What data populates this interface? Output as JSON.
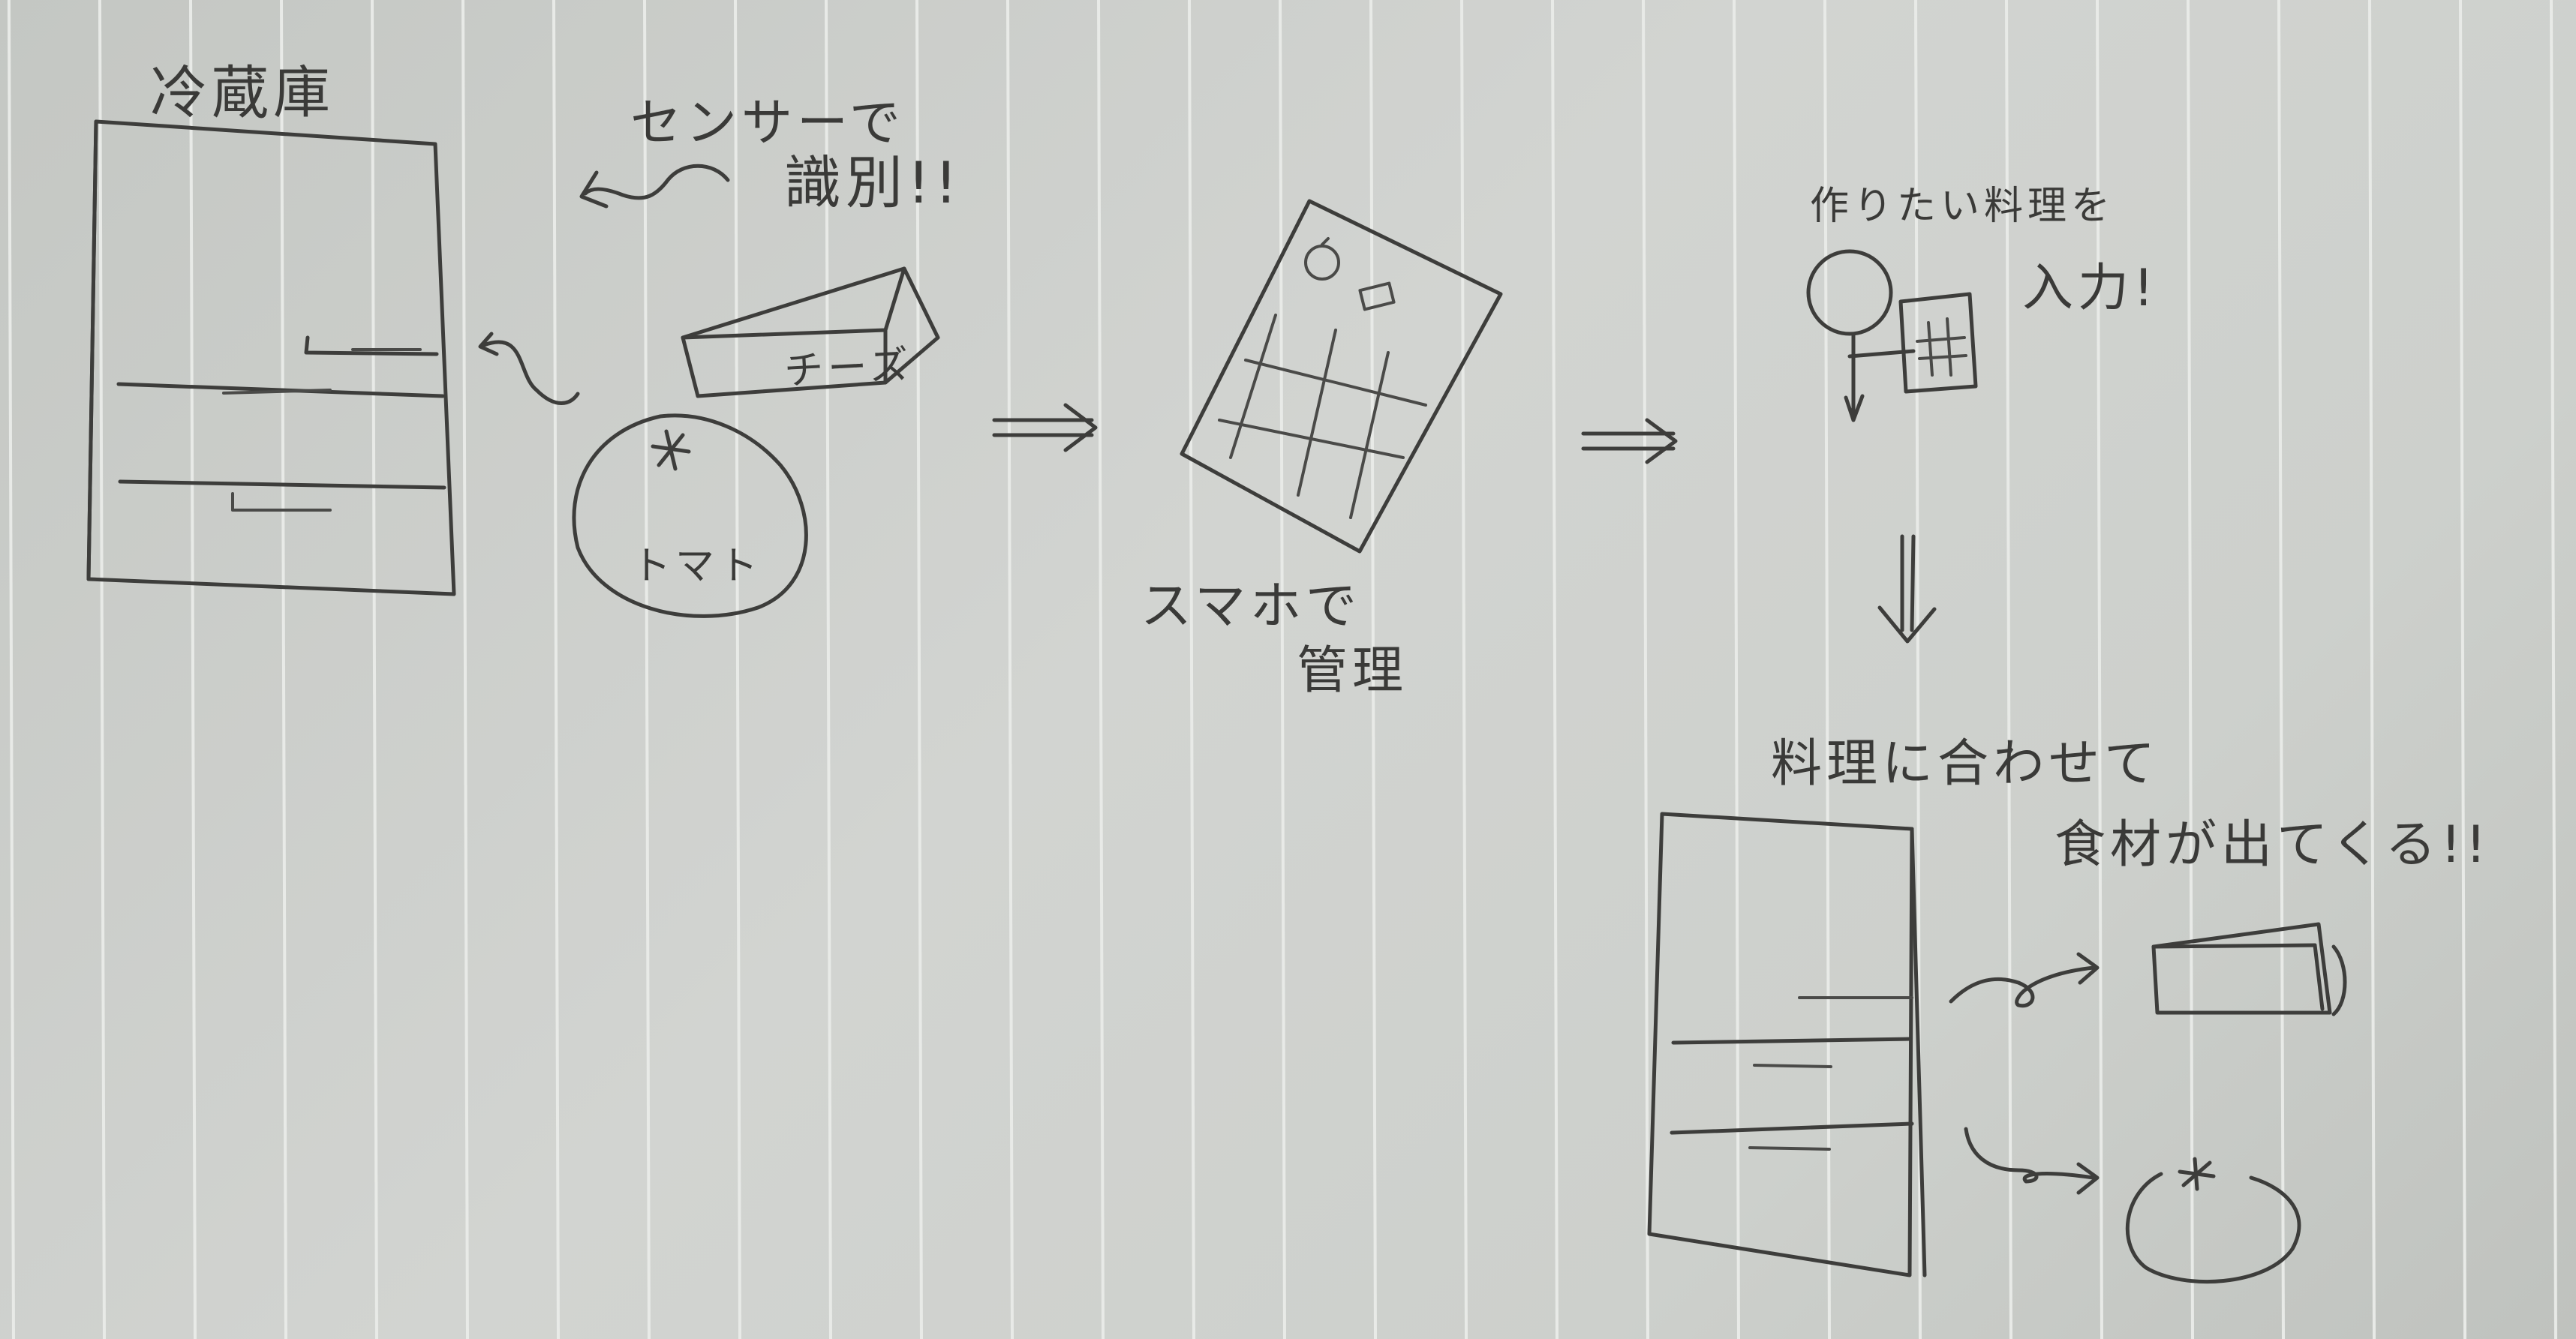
{
  "sketch": {
    "fridge_title": "冷蔵庫",
    "sensor_line1": "センサーで",
    "sensor_line2": "識別!!",
    "cheese_label": "チーズ",
    "tomato_label": "トマト",
    "smartphone_line1": "スマホで",
    "smartphone_line2": "管理",
    "input_line1": "作りたい料理を",
    "input_line2": "入力!",
    "result_line1": "料理に合わせて",
    "result_line2": "食材が出てくる!!"
  },
  "colors": {
    "paper": "#cdd0cc",
    "ruled_line": "#e8eae7",
    "ink": "#3d3d3b"
  }
}
